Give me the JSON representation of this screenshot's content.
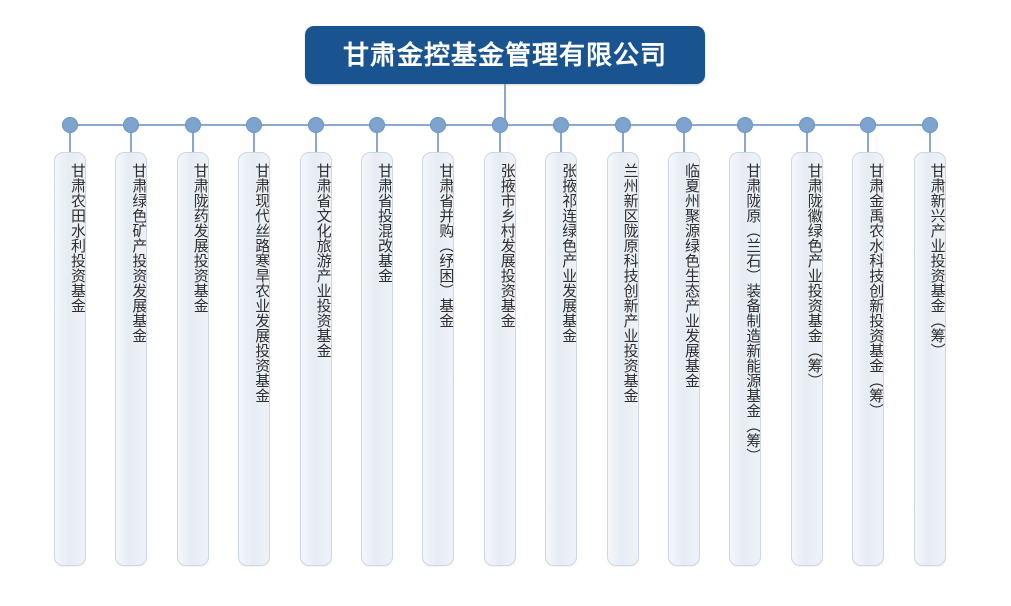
{
  "chart": {
    "type": "org-tree",
    "root": {
      "title": "甘肃金控基金管理有限公司",
      "color": "#1a5490",
      "text_color": "#ffffff"
    },
    "connector_color": "#89a9d0",
    "node_dot_color": "#7fa3cf",
    "leaf_fill": "#eaeef5",
    "leaf_border": "#ccd6e4",
    "leaf_text_color": "#2e2e2e",
    "leaf_count": 15,
    "leaves": [
      {
        "label": "甘肃农田水利投资基金"
      },
      {
        "label": "甘肃绿色矿产投资发展基金"
      },
      {
        "label": "甘肃陇药发展投资基金"
      },
      {
        "label": "甘肃现代丝路寒旱农业发展投资基金"
      },
      {
        "label": "甘肃省文化旅游产业投资基金"
      },
      {
        "label": "甘肃省投混改基金"
      },
      {
        "label": "甘肃省并购（纾困）基金"
      },
      {
        "label": "张掖市乡村发展投资基金"
      },
      {
        "label": "张掖祁连绿色产业发展基金"
      },
      {
        "label": "兰州新区陇原科技创新产业投资基金"
      },
      {
        "label": "临夏州聚源绿色生态产业发展基金"
      },
      {
        "label": "甘肃陇原（兰石）装备制造新能源基金（筹）"
      },
      {
        "label": "甘肃陇徽绿色产业投资基金（筹）"
      },
      {
        "label": "甘肃金禹农水科技创新投资基金（筹）"
      },
      {
        "label": "甘肃新兴产业投资基金（筹）"
      }
    ]
  }
}
